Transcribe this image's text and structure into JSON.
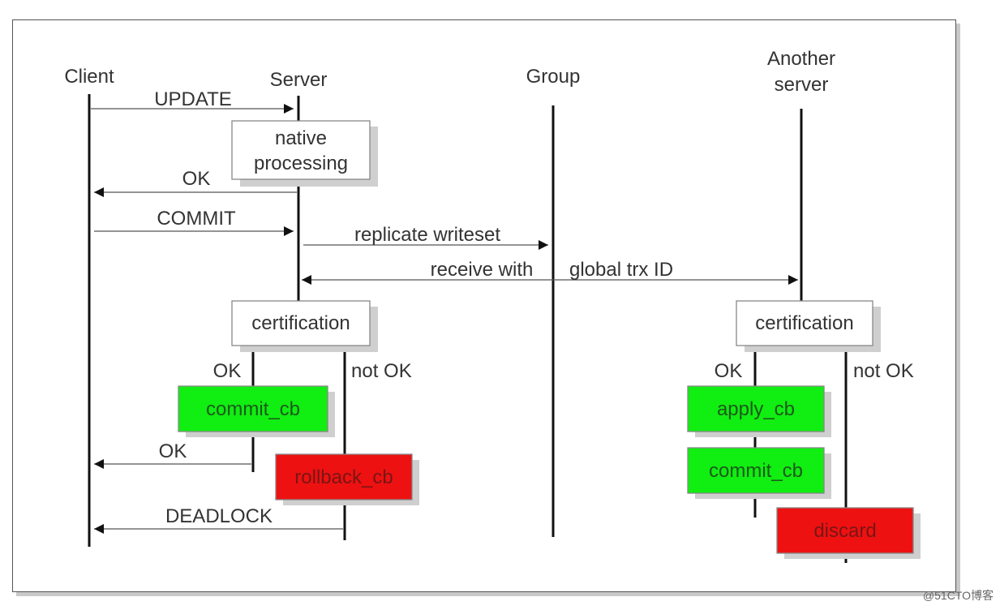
{
  "participants": {
    "client": "Client",
    "server": "Server",
    "group": "Group",
    "another_server_line1": "Another",
    "another_server_line2": "server"
  },
  "messages": {
    "update": "UPDATE",
    "ok_1": "OK",
    "commit": "COMMIT",
    "replicate_writeset": "replicate writeset",
    "receive_with": "receive with",
    "global_trx_id": "global trx ID",
    "ok_2": "OK",
    "deadlock": "DEADLOCK"
  },
  "boxes": {
    "native_processing_line1": "native",
    "native_processing_line2": "processing",
    "certification_server": "certification",
    "certification_another": "certification",
    "commit_cb_server": "commit_cb",
    "rollback_cb": "rollback_cb",
    "apply_cb": "apply_cb",
    "commit_cb_another": "commit_cb",
    "discard": "discard"
  },
  "branches": {
    "server_ok": "OK",
    "server_not_ok": "not OK",
    "another_ok": "OK",
    "another_not_ok": "not OK"
  },
  "colors": {
    "success": "#11ee11",
    "failure": "#ee1111"
  },
  "watermark": "@51CTO博客"
}
